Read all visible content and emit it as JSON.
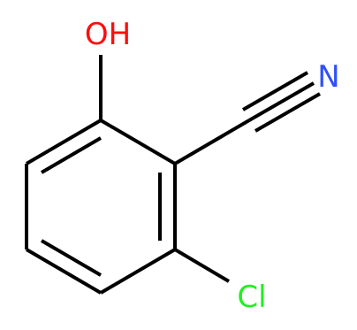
{
  "atoms": {
    "hydroxyl": {
      "label": "OH",
      "color": "#ff0d0d"
    },
    "nitrogen": {
      "label": "N",
      "color": "#3050f8"
    },
    "chlorine": {
      "label": "Cl",
      "color": "#1ff01f"
    }
  },
  "bond_color": "#000000"
}
